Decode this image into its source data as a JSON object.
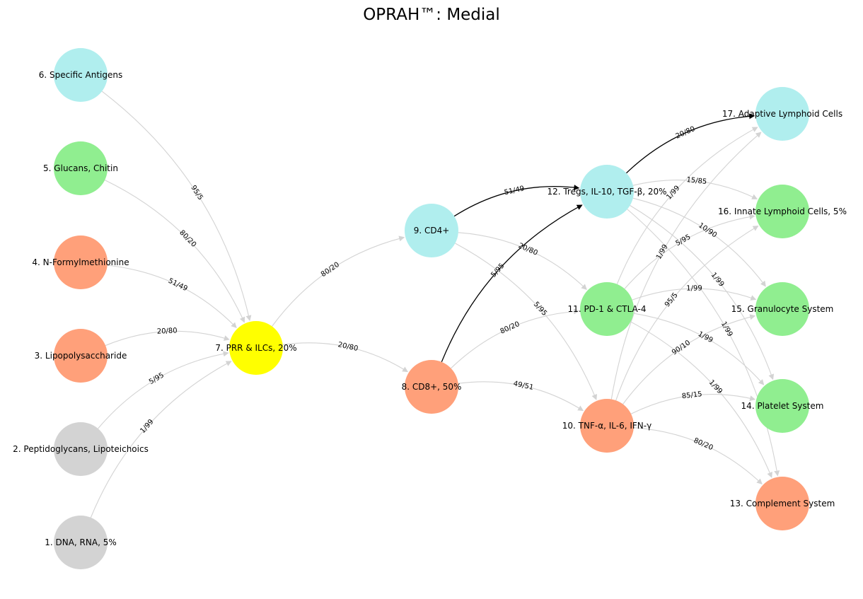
{
  "title": "OPRAH™: Medial",
  "colors": {
    "gray": "#d3d3d3",
    "green": "#90ee90",
    "salmon": "#ffa07a",
    "yellow": "#ffff00",
    "cyan": "#b0eeee",
    "edge_default": "#d3d3d3",
    "edge_highlight": "#000000"
  },
  "nodes": [
    {
      "id": 1,
      "label": "1. DNA, RNA,  5%",
      "color": "gray"
    },
    {
      "id": 2,
      "label": "2. Peptidoglycans, Lipoteichoics",
      "color": "gray"
    },
    {
      "id": 3,
      "label": "3. Lipopolysaccharide",
      "color": "salmon"
    },
    {
      "id": 4,
      "label": "4. N-Formylmethionine",
      "color": "salmon"
    },
    {
      "id": 5,
      "label": "5. Glucans, Chitin",
      "color": "green"
    },
    {
      "id": 6,
      "label": "6. Specific Antigens",
      "color": "cyan"
    },
    {
      "id": 7,
      "label": "7. PRR & ILCs, 20%",
      "color": "yellow"
    },
    {
      "id": 8,
      "label": "8. CD8+, 50%",
      "color": "salmon"
    },
    {
      "id": 9,
      "label": "9. CD4+",
      "color": "cyan"
    },
    {
      "id": 10,
      "label": "10. TNF-α, IL-6, IFN-γ",
      "color": "salmon"
    },
    {
      "id": 11,
      "label": "11. PD-1 & CTLA-4",
      "color": "green"
    },
    {
      "id": 12,
      "label": "12. Tregs, IL-10, TGF-β, 20%",
      "color": "cyan"
    },
    {
      "id": 13,
      "label": "13. Complement System",
      "color": "salmon"
    },
    {
      "id": 14,
      "label": "14. Platelet System",
      "color": "green"
    },
    {
      "id": 15,
      "label": "15. Granulocyte System",
      "color": "green"
    },
    {
      "id": 16,
      "label": "16. Innate Lymphoid Cells, 5%",
      "color": "green"
    },
    {
      "id": 17,
      "label": "17. Adaptive Lymphoid Cells",
      "color": "cyan"
    }
  ],
  "edges": [
    {
      "from": 1,
      "to": 7,
      "label": "1/99"
    },
    {
      "from": 2,
      "to": 7,
      "label": "5/95"
    },
    {
      "from": 3,
      "to": 7,
      "label": "20/80"
    },
    {
      "from": 4,
      "to": 7,
      "label": "51/49"
    },
    {
      "from": 5,
      "to": 7,
      "label": "80/20"
    },
    {
      "from": 6,
      "to": 7,
      "label": "95/5"
    },
    {
      "from": 7,
      "to": 8,
      "label": "20/80"
    },
    {
      "from": 7,
      "to": 9,
      "label": "80/20"
    },
    {
      "from": 8,
      "to": 10,
      "label": "49/51"
    },
    {
      "from": 8,
      "to": 11,
      "label": "80/20"
    },
    {
      "from": 8,
      "to": 12,
      "label": "5/95",
      "highlight": true
    },
    {
      "from": 9,
      "to": 10,
      "label": "5/95"
    },
    {
      "from": 9,
      "to": 11,
      "label": "20/80"
    },
    {
      "from": 9,
      "to": 12,
      "label": "51/49",
      "highlight": true
    },
    {
      "from": 10,
      "to": 13,
      "label": "80/20"
    },
    {
      "from": 10,
      "to": 14,
      "label": "85/15"
    },
    {
      "from": 10,
      "to": 15,
      "label": "90/10"
    },
    {
      "from": 10,
      "to": 16,
      "label": "95/5"
    },
    {
      "from": 10,
      "to": 17,
      "label": "1/99"
    },
    {
      "from": 11,
      "to": 13,
      "label": "1/99"
    },
    {
      "from": 11,
      "to": 14,
      "label": "1/99"
    },
    {
      "from": 11,
      "to": 15,
      "label": "1/99"
    },
    {
      "from": 11,
      "to": 16,
      "label": "5/95"
    },
    {
      "from": 11,
      "to": 17,
      "label": "1/99"
    },
    {
      "from": 12,
      "to": 13,
      "label": "1/99"
    },
    {
      "from": 12,
      "to": 14,
      "label": "1/99"
    },
    {
      "from": 12,
      "to": 15,
      "label": "10/90"
    },
    {
      "from": 12,
      "to": 16,
      "label": "15/85"
    },
    {
      "from": 12,
      "to": 17,
      "label": "20/80",
      "highlight": true
    }
  ]
}
